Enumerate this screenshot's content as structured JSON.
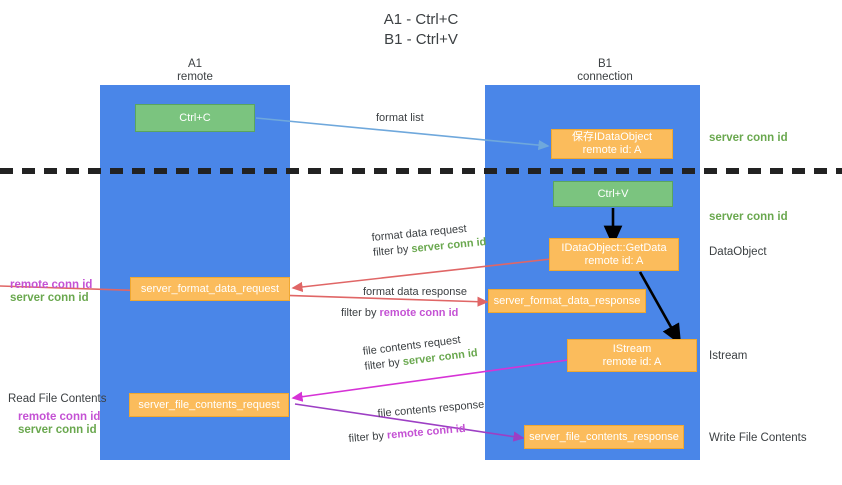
{
  "title": {
    "line1": "A1 - Ctrl+C",
    "line2": "B1 - Ctrl+V"
  },
  "columns": [
    {
      "name": "A1",
      "sub": "remote"
    },
    {
      "name": "B1",
      "sub": "connection"
    }
  ],
  "boxes": {
    "ctrl_c": {
      "label": "Ctrl+C"
    },
    "ctrl_v": {
      "label": "Ctrl+V"
    },
    "idataobject_store": {
      "line1": "保存IDataObject",
      "line2": "remote id: A"
    },
    "idataobject_getdata": {
      "line1": "IDataObject::GetData",
      "line2": "remote id: A"
    },
    "istream": {
      "line1": "IStream",
      "line2": "remote id: A"
    },
    "server_format_data_request": {
      "label": "server_format_data_request"
    },
    "server_format_data_response": {
      "label": "server_format_data_response"
    },
    "server_file_contents_request": {
      "label": "server_file_contents_request"
    },
    "server_file_contents_response": {
      "label": "server_file_contents_response"
    }
  },
  "right_labels": {
    "server_conn_id_1": "server conn id",
    "server_conn_id_2": "server conn id",
    "dataobject": "DataObject",
    "istream": "Istream",
    "write_file_contents": "Write File Contents"
  },
  "left_labels": {
    "remote_conn_id_1": "remote conn id",
    "server_conn_id_1": "server conn id",
    "read_file_contents": "Read File Contents",
    "remote_conn_id_2": "remote conn id",
    "server_conn_id_2": "server conn id"
  },
  "arrow_labels": {
    "format_list": "format list",
    "format_data_request": "format data request",
    "format_data_request_filter_prefix": "filter by ",
    "format_data_request_filter_value": "server conn id",
    "format_data_response": "format data response",
    "format_data_response_filter_prefix": "filter by ",
    "format_data_response_filter_value": "remote conn id",
    "file_contents_request": "file contents request",
    "file_contents_request_filter_prefix": "filter by ",
    "file_contents_request_filter_value": "server conn id",
    "file_contents_response": "file contents response",
    "file_contents_response_filter_prefix": "filter by ",
    "file_contents_response_filter_value": "remote conn id"
  },
  "colors": {
    "lane": "#4a86e8",
    "green_box": "#7bc47f",
    "orange_box": "#fbbc5c",
    "green_text": "#6aa84f",
    "purple_text": "#c452d4",
    "arrow_blue": "#6fa8dc",
    "arrow_red": "#e06666",
    "arrow_magenta": "#d633d6",
    "arrow_purple": "#9d3fc4",
    "arrow_black": "#000000",
    "dashed_line": "#222222",
    "background": "#ffffff"
  }
}
